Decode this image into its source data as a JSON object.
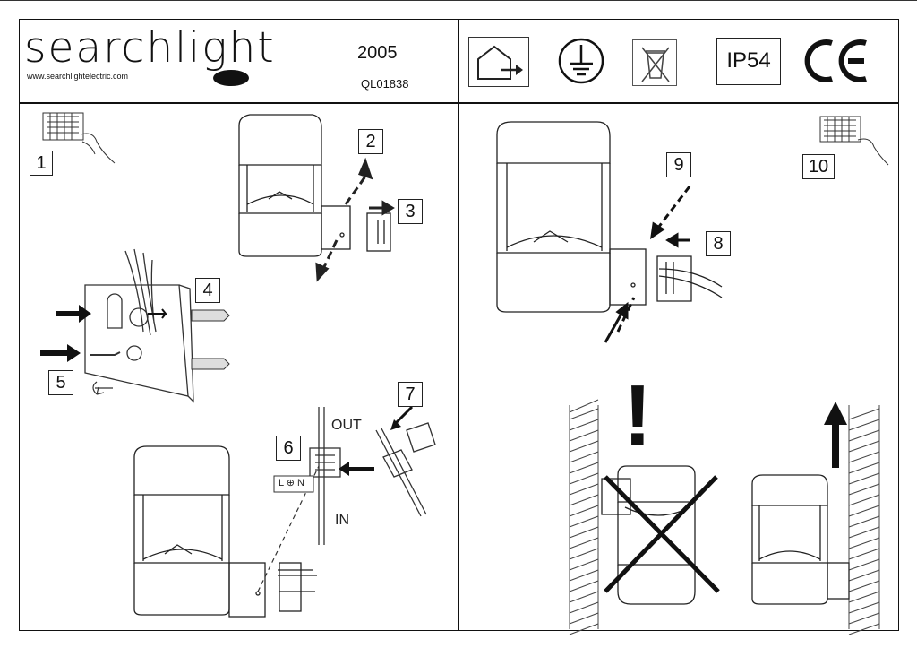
{
  "header": {
    "brand": "searchlight",
    "website": "www.searchlightelectric.com",
    "year": "2005",
    "product_code": "QL01838"
  },
  "symbols": [
    {
      "name": "indoor-house-icon"
    },
    {
      "name": "earth-ground-icon"
    },
    {
      "name": "weee-bin-icon"
    },
    {
      "name": "ip-rating-badge",
      "text": "IP54"
    },
    {
      "name": "ce-mark",
      "text": "CE"
    }
  ],
  "steps": {
    "s1": "1",
    "s2": "2",
    "s3": "3",
    "s4": "4",
    "s5": "5",
    "s6": "6",
    "s7": "7",
    "s8": "8",
    "s9": "9",
    "s10": "10"
  },
  "wiring": {
    "out": "OUT",
    "in": "IN",
    "terminal": "L ⊕ N"
  },
  "warning": {
    "mark": "!"
  },
  "colors": {
    "line": "#111111",
    "light_line": "#555555"
  }
}
